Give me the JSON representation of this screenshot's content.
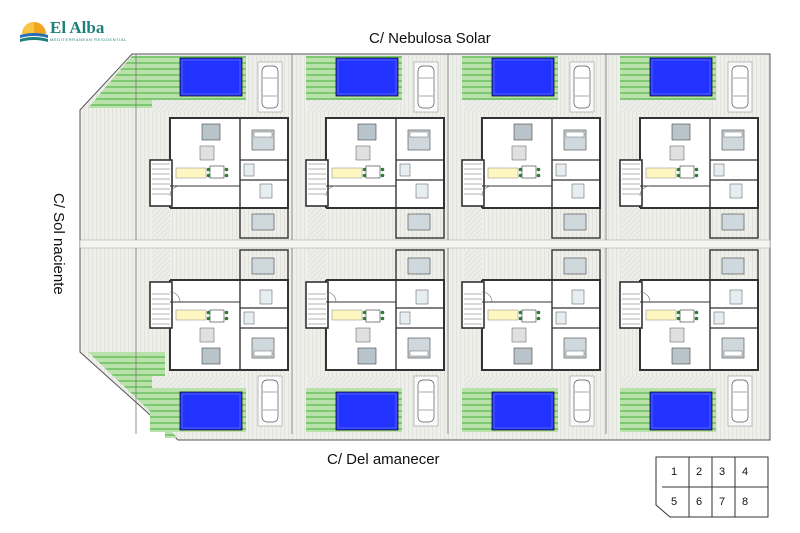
{
  "brand": {
    "name": "El Alba",
    "tagline": "MEDITERRANEAN RESIDENTIAL",
    "colors": {
      "teal": "#1f7f7a",
      "sun": "#f2a51e",
      "sea": "#2a6fb5"
    }
  },
  "streets": {
    "top": "C/ Nebulosa Solar",
    "bottom": "C/ Del amanecer",
    "left": "C/ Sol naciente"
  },
  "key": {
    "rows": [
      [
        "1",
        "2",
        "3",
        "4"
      ],
      [
        "5",
        "6",
        "7",
        "8"
      ]
    ]
  },
  "colors": {
    "lawn": "#a9d99a",
    "lawn_stripe": "#6fbf68",
    "pool": "#2233ff",
    "deck": "#e8e8e2",
    "wall": "#333333",
    "paving": "#d9d9d2"
  },
  "icons": [
    "logo-sun-icon",
    "pool-icon",
    "car-icon",
    "bed-icon",
    "sofa-icon",
    "dining-table-icon",
    "stairs-icon"
  ]
}
